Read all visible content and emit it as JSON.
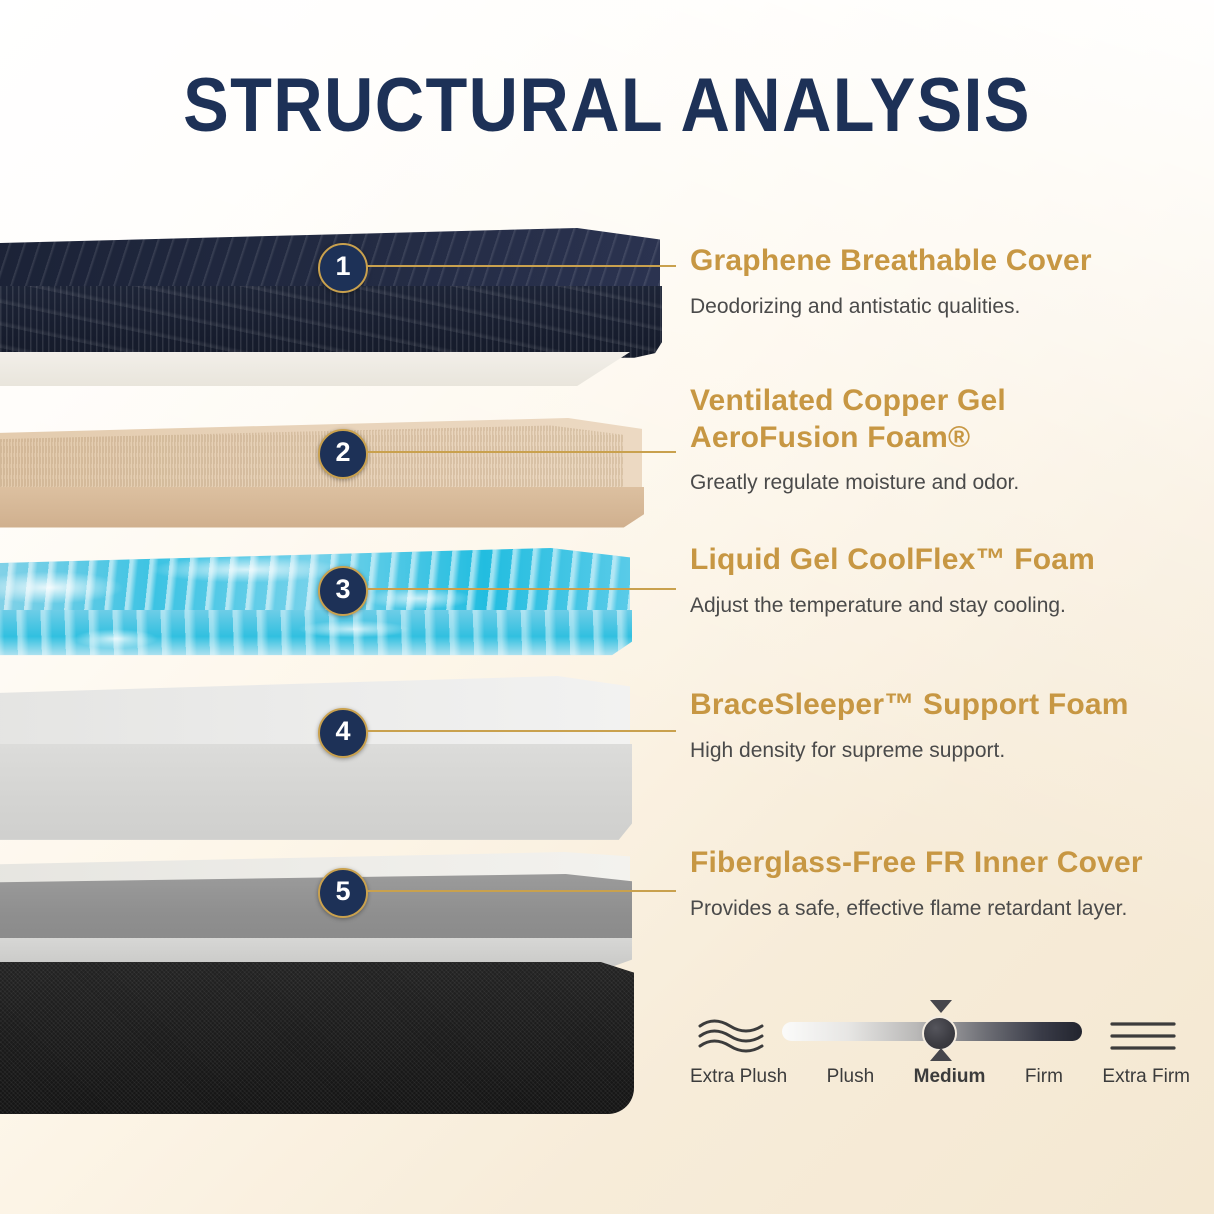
{
  "page": {
    "title": "STRUCTURAL ANALYSIS",
    "accent_gold": "#c79743",
    "accent_navy": "#1d3157",
    "background_cream": "#f4e8d2"
  },
  "layers": [
    {
      "number": "1",
      "name": "Graphene Breathable Cover",
      "description": "Deodorizing and antistatic qualities.",
      "material_color": "#1d2437",
      "icon": "layer-slab-graphene"
    },
    {
      "number": "2",
      "name_line1": "Ventilated Copper Gel",
      "name_line2": "AeroFusion Foam®",
      "name": "Ventilated Copper Gel AeroFusion Foam®",
      "description": "Greatly regulate moisture and odor.",
      "material_color": "#e3cbad",
      "icon": "layer-slab-copper-gel"
    },
    {
      "number": "3",
      "name": "Liquid Gel CoolFlex™ Foam",
      "description": "Adjust the temperature and stay cooling.",
      "material_color": "#31c0e0",
      "icon": "layer-slab-liquid-gel"
    },
    {
      "number": "4",
      "name": "BraceSleeper™ Support Foam",
      "description": "High density for supreme support.",
      "material_color": "#e4e4e2",
      "icon": "layer-slab-support-foam"
    },
    {
      "number": "5",
      "name": "Fiberglass-Free FR Inner Cover",
      "description": "Provides a safe, effective flame retardant layer.",
      "material_color": "#8f8f8f",
      "icon": "layer-slab-fr-cover"
    }
  ],
  "firmness": {
    "selected": "Medium",
    "options": [
      "Extra Plush",
      "Plush",
      "Medium",
      "Firm",
      "Extra Firm"
    ],
    "labels": {
      "extra_plush": "Extra Plush",
      "plush": "Plush",
      "medium": "Medium",
      "firm": "Firm",
      "extra_firm": "Extra Firm"
    },
    "marker_position_percent": 50,
    "icons": {
      "soft": "wavy-lines-icon",
      "firm": "straight-lines-icon"
    }
  }
}
